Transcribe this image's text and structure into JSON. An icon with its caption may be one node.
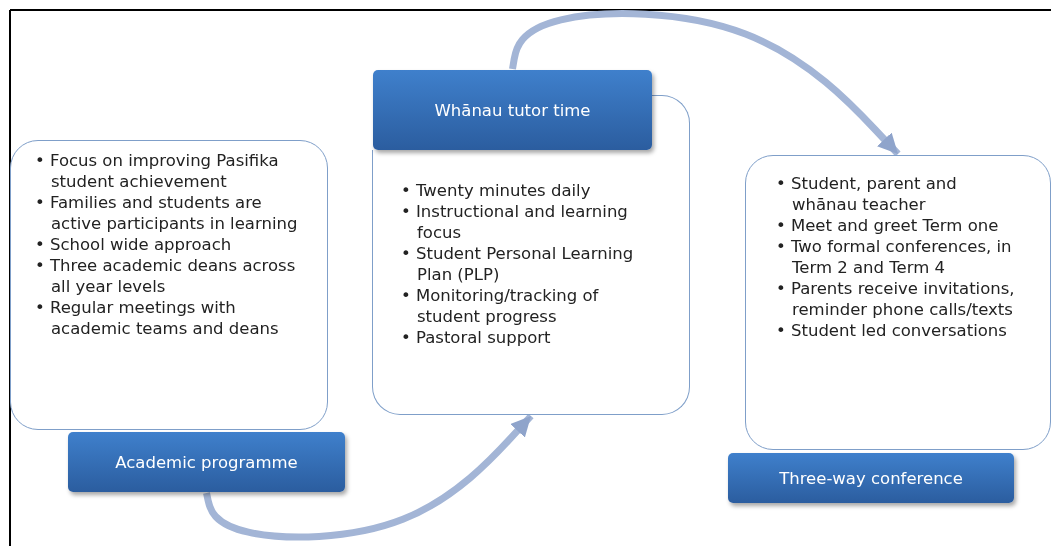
{
  "diagram": {
    "nodes": [
      {
        "text": [
          "• Focus on improving Pasifika student achievement",
          "• Families and students are active participants in learning",
          "• School wide approach",
          "• Three  academic deans across all year levels",
          "• Regular meetings with academic teams and deans"
        ]
      },
      {
        "text": [
          "Academic programme"
        ]
      },
      {
        "text": [
          "Whānau tutor time"
        ]
      },
      {
        "text": [
          "• Twenty minutes daily",
          "• Instructional and learning focus",
          "• Student Personal Learning Plan (PLP)",
          "• Monitoring/tracking of student progress",
          "• Pastoral support"
        ]
      },
      {
        "text": [
          "• Student, parent and whānau teacher",
          "• Meet and greet Term one",
          "• Two formal conferences, in Term 2 and Term 4",
          "• Parents receive invitations, reminder phone calls/texts",
          "• Student led conversations"
        ]
      },
      {
        "text": [
          "Three-way conference"
        ]
      }
    ],
    "edges": [
      {
        "from": 1,
        "to": 3,
        "arrow": "to"
      },
      {
        "from": 2,
        "to": 4,
        "arrow": "to"
      }
    ]
  }
}
